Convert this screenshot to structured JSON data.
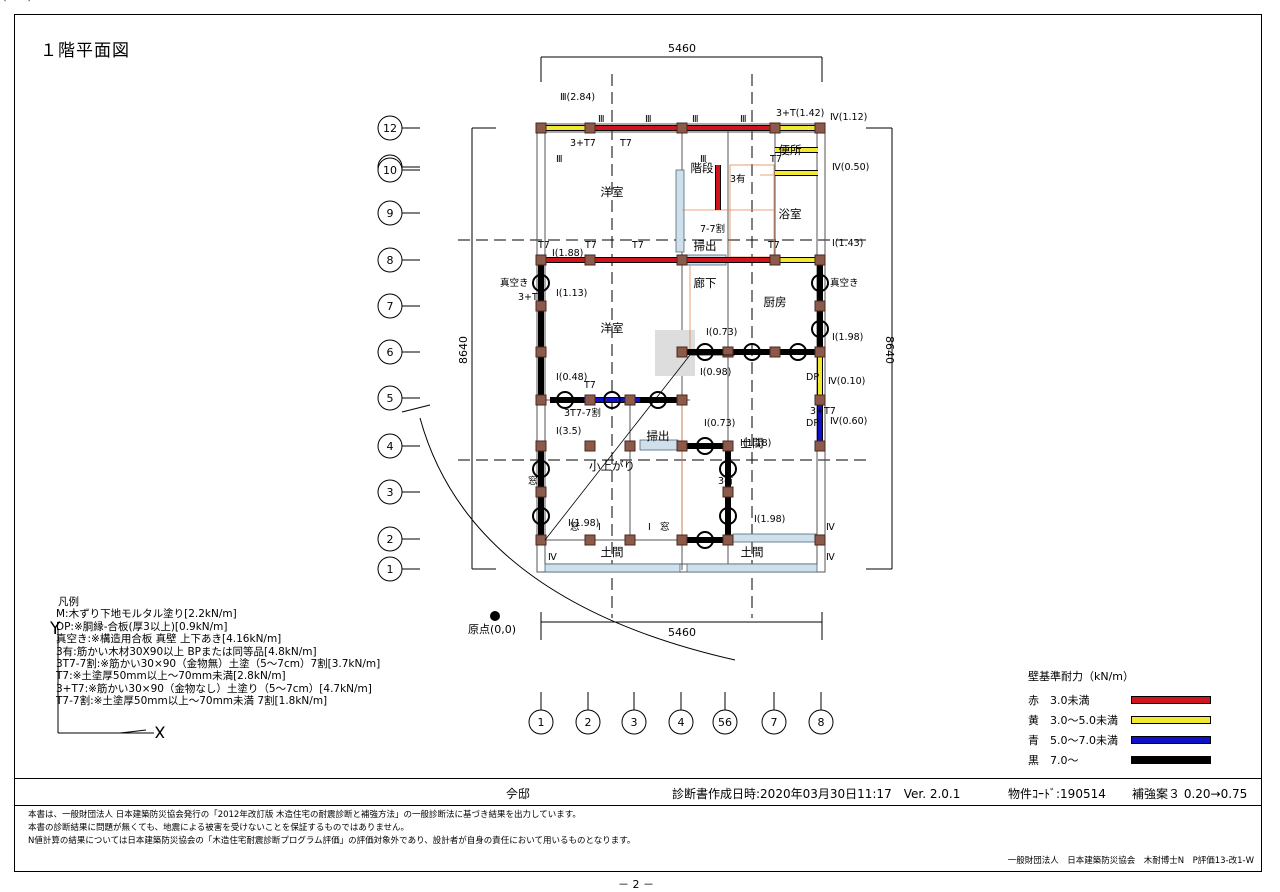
{
  "title": "１階平面図",
  "dimensions": {
    "top": "5460",
    "bottom": "5460",
    "left": "8640",
    "right": "8640"
  },
  "grid_rows": [
    "12",
    "11",
    "10",
    "9",
    "8",
    "7",
    "6",
    "5",
    "4",
    "3",
    "2",
    "1"
  ],
  "grid_cols": [
    "1",
    "2",
    "3",
    "4",
    "56",
    "7",
    "8"
  ],
  "rooms": [
    {
      "name": "洋室"
    },
    {
      "name": "階段"
    },
    {
      "name": "便所"
    },
    {
      "name": "浴室"
    },
    {
      "name": "廊下"
    },
    {
      "name": "厨房"
    },
    {
      "name": "洋室"
    },
    {
      "name": "小上がり"
    },
    {
      "name": "土間"
    },
    {
      "name": "土間"
    },
    {
      "name": "土間"
    },
    {
      "name": "掃出"
    },
    {
      "name": "掃出"
    }
  ],
  "wall_labels": [
    "Ⅲ(2.84)",
    "3+T7",
    "T7",
    "Ⅲ",
    "Ⅲ",
    "Ⅲ",
    "Ⅲ",
    "Ⅲ",
    "Ⅲ",
    "Ⅳ(1.12)",
    "3+T(1.42)",
    "Ⅳ(0.50)",
    "T7",
    "Ⅰ(1.88)",
    "T7",
    "T7",
    "T7",
    "Ⅰ(1.43)",
    "T7",
    "Ⅰ(1.13)",
    "真空き",
    "3+T",
    "真空き",
    "Ⅰ(1.98)",
    "Ⅰ(0.98)",
    "Ⅰ(0.48)",
    "T7",
    "3T7-7割",
    "Ⅰ(3.5)",
    "Ⅳ(0.10)",
    "DP",
    "3+T7",
    "Ⅳ(0.60)",
    "DP",
    "Ⅰ(0.73)",
    "Ⅰ(1.18)",
    "Ⅰ(1.98)",
    "Ⅰ(1.98)",
    "Ⅰ",
    "Ⅰ",
    "Ⅳ",
    "Ⅳ",
    "Ⅳ",
    "窓",
    "窓",
    "窓",
    "3有",
    "3有",
    "7-7割",
    "Ⅰ(0.73)",
    "Ⅰ(0.98)"
  ],
  "origin_label": "原点(0,0)",
  "legend": {
    "title": "凡例",
    "items": [
      "M:木ずり下地モルタル塗り[2.2kN/m]",
      "DP:※胴縁-合板(厚3以上)[0.9kN/m]",
      "真空き:※構造用合板 真壁 上下あき[4.16kN/m]",
      "3有:筋かい木材30X90以上 BPまたは同等品[4.8kN/m]",
      "3T7-7割:※筋かい30×90（金物無）土塗（5～7cm）7割[3.7kN/m]",
      "T7:※土塗厚50mm以上～70mm未満[2.8kN/m]",
      "3+T7:※筋かい30×90（金物なし）土塗り（5～7cm）[4.7kN/m]",
      "T7-7割:※土塗厚50mm以上～70mm未満 7割[1.8kN/m]"
    ],
    "axis_y": "Y",
    "axis_x": "X"
  },
  "strength_legend": {
    "title": "壁基準耐力（kN/m）",
    "items": [
      {
        "label": "赤　3.0未満",
        "color": "#d0141e"
      },
      {
        "label": "黄　3.0～5.0未満",
        "color": "#f2e832"
      },
      {
        "label": "青　5.0～7.0未満",
        "color": "#1010c8"
      },
      {
        "label": "黒　7.0～",
        "color": "#000000"
      }
    ]
  },
  "footer": {
    "name": "𫝆邸",
    "date": "診断書作成日時:2020年03月30日11:17　Ver. 2.0.1",
    "code": "物件ｺｰﾄﾞ:190514",
    "plan": "補強案３ 0.20→0.75",
    "notes": [
      "本書は、一般財団法人 日本建築防災協会発行の「2012年改訂版 木造住宅の耐震診断と補強方法」の一般診断法に基づき結果を出力しています。",
      "本書の診断結果に問題が無くても、地震による被害を受けないことを保証するものではありません。",
      "N値計算の結果については日本建築防災協会の「木造住宅耐震診断プログラム評価」の評価対象外であり、設計者が自身の責任において用いるものとなります。"
    ],
    "credit": "一般財団法人　日本建築防災協会　木耐博士N　P評価13-改1-W"
  },
  "page_number": "－ 2 －"
}
